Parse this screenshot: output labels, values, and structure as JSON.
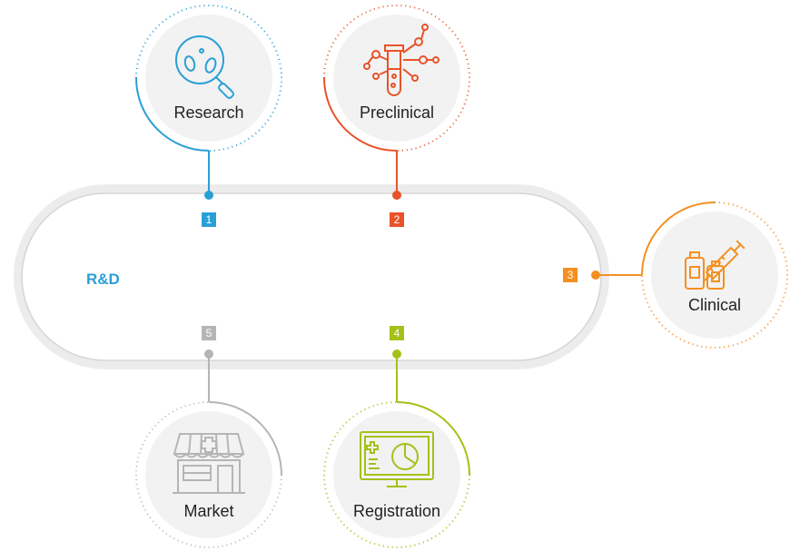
{
  "title": "R&D",
  "colors": {
    "title": "#2a9fd6",
    "track": "#e0e0e0",
    "circle_fill": "#f2f2f2"
  },
  "stages": [
    {
      "number": "1",
      "label": "Research",
      "color": "#2a9fd6",
      "icon": "magnifier-cells-icon"
    },
    {
      "number": "2",
      "label": "Preclinical",
      "color": "#e8532a",
      "icon": "test-tube-molecule-icon"
    },
    {
      "number": "3",
      "label": "Clinical",
      "color": "#f39021",
      "icon": "vials-syringe-icon"
    },
    {
      "number": "4",
      "label": "Registration",
      "color": "#a3c118",
      "icon": "monitor-chart-icon"
    },
    {
      "number": "5",
      "label": "Market",
      "color": "#b5b5b5",
      "icon": "pharmacy-store-icon"
    }
  ]
}
